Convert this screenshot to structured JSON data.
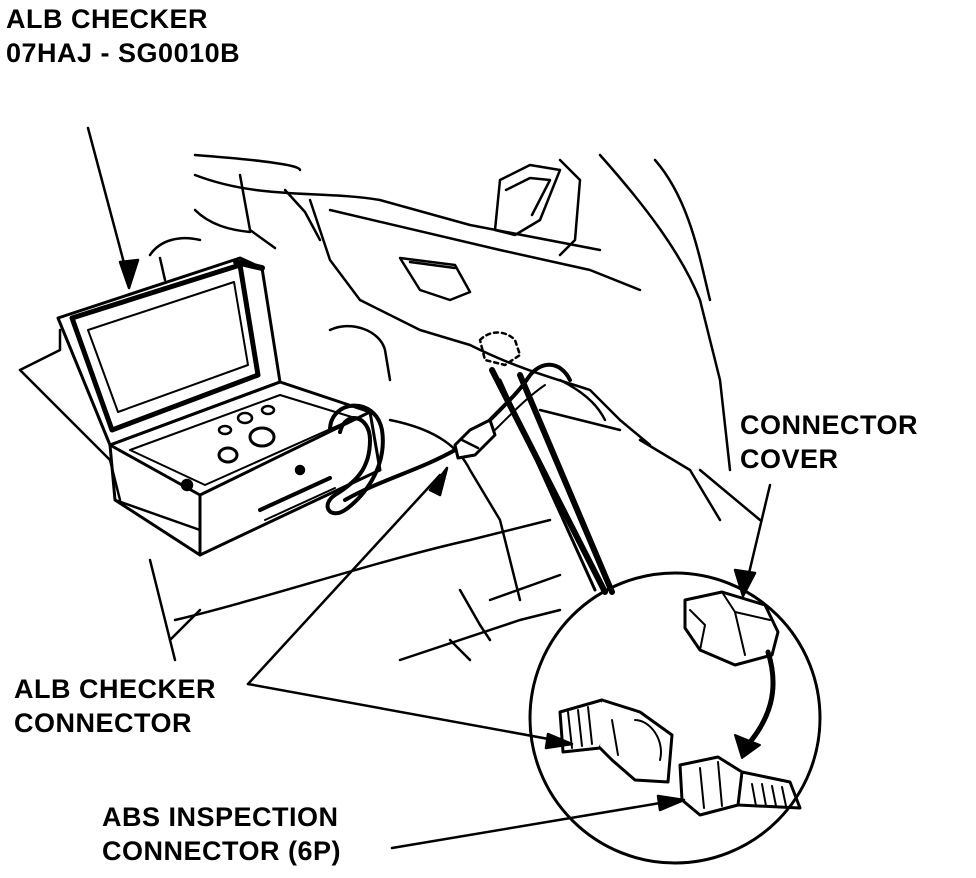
{
  "labels": {
    "alb_checker": {
      "line1": "ALB CHECKER",
      "line2": "07HAJ - SG0010B"
    },
    "connector_cover": {
      "line1": "CONNECTOR",
      "line2": "COVER"
    },
    "alb_checker_connector": {
      "line1": "ALB CHECKER",
      "line2": "CONNECTOR"
    },
    "abs_inspection_connector": {
      "line1": "ABS INSPECTION",
      "line2": "CONNECTOR (6P)"
    }
  },
  "colors": {
    "ink": "#000000",
    "paper": "#ffffff"
  }
}
